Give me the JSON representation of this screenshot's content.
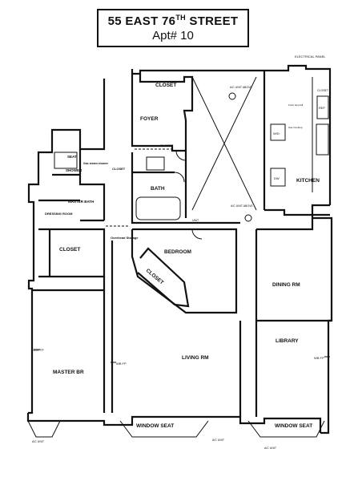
{
  "title": {
    "address_prefix": "55 EAST 76",
    "address_sup": "TH",
    "address_suffix": " STREET",
    "apt": "Apt# 10"
  },
  "rooms": {
    "closet_top": "CLOSET",
    "foyer": "FOYER",
    "closet_small": "CLOSET",
    "seat": "SEAT",
    "shower": "SHOWER",
    "gas_steam_shower": "Gas steam shower",
    "closet_mid": "CLOSET",
    "master_bath": "MASTER BATH",
    "dressing_room": "DRESSING ROOM",
    "bath": "BATH",
    "closet_left": "CLOSET",
    "overhead_storage": "Overhead Storage",
    "bedroom": "BEDROOM",
    "closet_diag": "CLOSET",
    "dining_rm": "DINING RM",
    "library": "LIBRARY",
    "living_rm": "LIVING RM",
    "master_br": "MASTER BR",
    "kitchen": "KITCHEN",
    "window_seat_left": "WINDOW SEAT",
    "window_seat_right": "WINDOW SEAT"
  },
  "notes": {
    "electrical_panel": "ELECTRICAL PANEL",
    "ac_unit_above_top": "A/C UNIT ABOVE",
    "ac_unit_above_mid": "A/C UNIT ABOVE",
    "unit": "UNIT",
    "gas_fp": "GAS FP",
    "wb_fp_left": "WB FP",
    "wb_fp_right": "WB FP",
    "ac_unit_bottom_left": "A/C UNIT",
    "ac_unit_bottom_mid": "A/C UNIT",
    "ac_unit_bottom_right": "A/C UNIT",
    "wd": "W/D",
    "dw": "DW",
    "ref": "REF",
    "closet_kitchen": "CLOSET",
    "kitchen_note_1": "Front step fall",
    "kitchen_note_2": "Gas Cooktop"
  }
}
